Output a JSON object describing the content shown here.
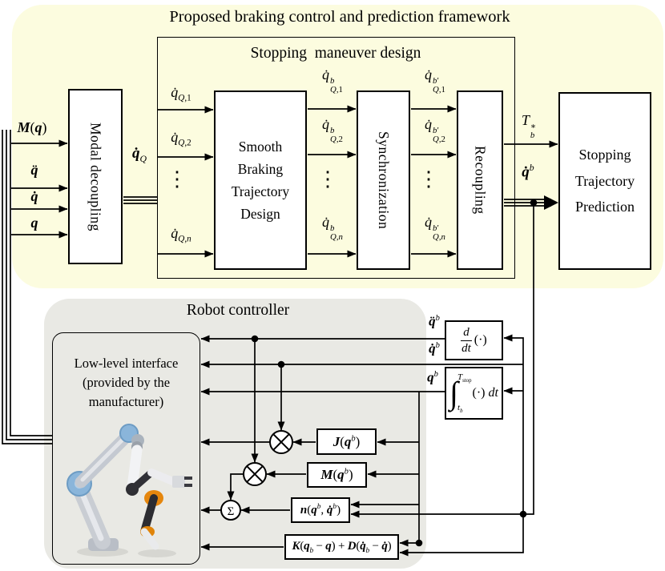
{
  "framework": {
    "title": "Proposed braking control and prediction framework",
    "maneuver_title": "Stopping  maneuver design",
    "blocks": {
      "modal_decoupling": "Modal decoupling",
      "smooth_braking_lines": [
        "Smooth",
        "Braking",
        "Trajectory",
        "Design"
      ],
      "synchronization": "Synchronization",
      "recoupling": "Recoupling",
      "prediction_lines": [
        "Stopping",
        "Trajectory",
        "Prediction"
      ]
    }
  },
  "robot_controller": {
    "title": "Robot controller",
    "low_level_interface_lines": [
      "Low-level interface",
      "(provided  by the",
      "manufacturer)"
    ]
  },
  "signals": {
    "M_q": "<b><i>M</i></b>(<b><i>q</i></b>)",
    "qdd": "<b><i>q̈</i></b>",
    "qd": "<b><i>q̇</i></b>",
    "q": "<b><i>q</i></b>",
    "qd_Q": "<b><i>q̇</i></b><sub><i>Q</i></sub>",
    "qd_Q1": "<i>q̇</i><sub><i>Q</i>,1</sub>",
    "qd_Q2": "<i>q̇</i><sub><i>Q</i>,2</sub>",
    "qd_Qn": "<i>q̇</i><sub><i>Q</i>,<i>n</i></sub>",
    "vdots": "⋮",
    "qd_b_Q1": "<i>q̇</i><span class='ss'><sup><i>b</i></sup><sub><i>Q</i>,1</sub></span>",
    "qd_b_Q2": "<i>q̇</i><span class='ss'><sup><i>b</i></sup><sub><i>Q</i>,2</sub></span>",
    "qd_b_Qn": "<i>q̇</i><span class='ss'><sup><i>b</i></sup><sub><i>Q</i>,<i>n</i></sub></span>",
    "qd_bp_Q1": "<i>q̇</i><span class='ss'><sup><i>b</i>′</sup><sub><i>Q</i>,1</sub></span>",
    "qd_bp_Q2": "<i>q̇</i><span class='ss'><sup><i>b</i>′</sup><sub><i>Q</i>,2</sub></span>",
    "qd_bp_Qn": "<i>q̇</i><span class='ss'><sup><i>b</i>′</sup><sub><i>Q</i>,<i>n</i></sub></span>",
    "T_b_star": "<i>T</i><span class='ss'><sup>∗</sup><sub><i>b</i></sub></span>",
    "qd_b": "<b><i>q̇</i></b><sup><i>b</i></sup>",
    "qdd_b": "<b><i>q̈</i></b><sup><i>b</i></sup>",
    "q_b": "<b><i>q</i></b><sup><i>b</i></sup>"
  },
  "operators": {
    "derivative": {
      "num": "<i>d</i>",
      "den": "<i>dt</i>",
      "arg": "(·)"
    },
    "integral": {
      "sym": "∫",
      "upper": "<i>T</i><sub>stop</sub>",
      "lower": "<i>t</i><sub><i>b</i></sub>",
      "arg": "(·) <i>dt</i>"
    },
    "gain_blocks": {
      "jacobian": "<b><i>J</i></b>(<b><i>q</i></b><sup><i>b</i></sup>)",
      "inertia": "<b><i>M</i></b>(<b><i>q</i></b><sup><i>b</i></sup>)",
      "nonlinear": "<b><i>n</i></b>(<b><i>q</i></b><sup><i>b</i></sup>, <b><i>q̇</i></b><sup><i>b</i></sup>)",
      "impedance": "<b><i>K</i></b>(<b><i>q</i></b><sub><i>b</i></sub> − <b><i>q</i></b>) + <b><i>D</i></b>(<b><i>q̇</i></b><sub><i>b</i></sub> − <b><i>q̇</i></b>)"
    },
    "sum_symbol": "Σ"
  },
  "colors": {
    "framework_bg": "#fcfcdf",
    "controller_bg": "#e9e9e4",
    "line": "#000000",
    "robot_blue": "#8ab5da",
    "robot_orange": "#e5860d",
    "robot_silver": "#c9cdd3"
  }
}
